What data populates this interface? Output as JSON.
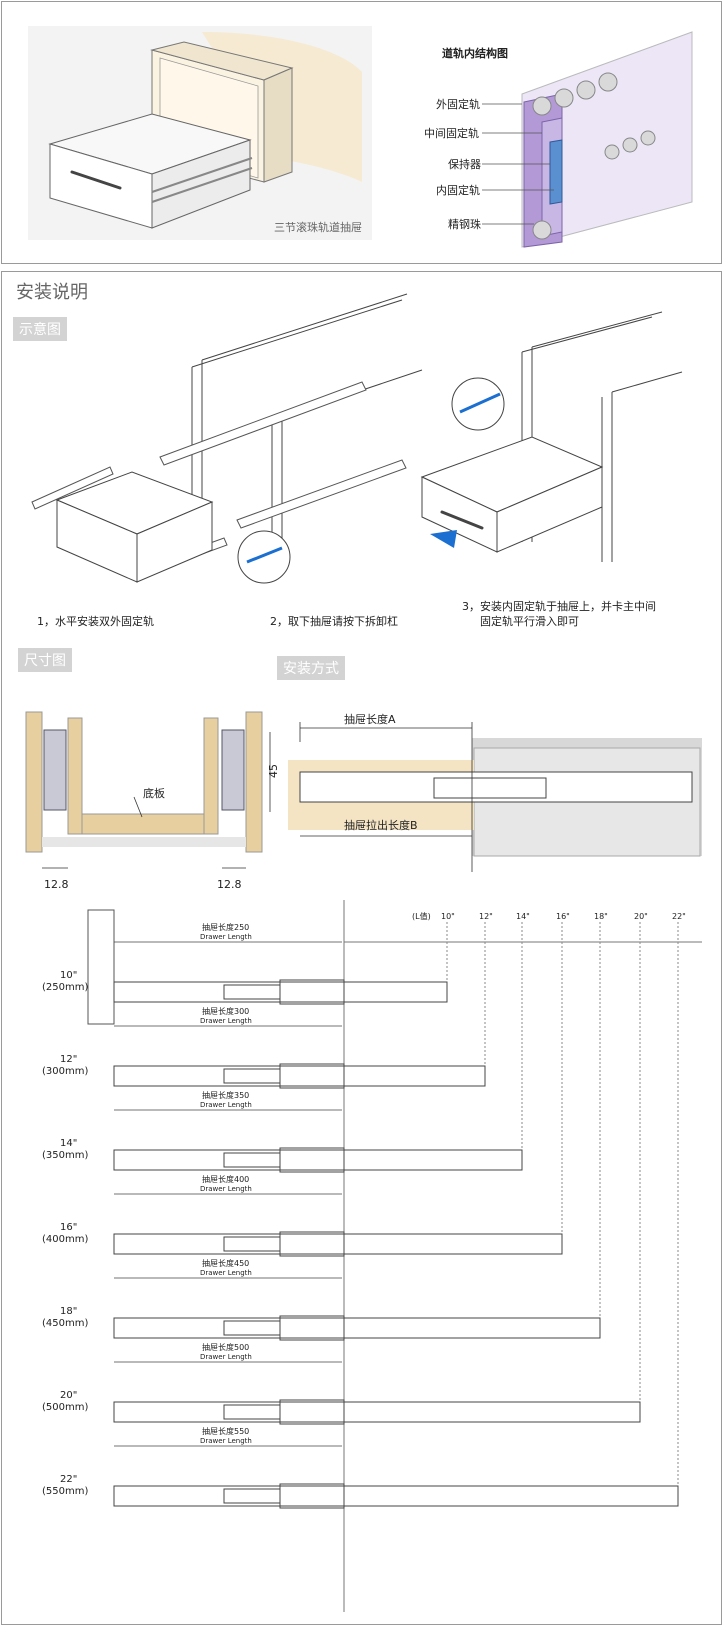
{
  "top": {
    "drawer_caption": "三节滚珠轨道抽屉",
    "structure_title": "道轨内结构图",
    "parts": [
      "外固定轨",
      "中间固定轨",
      "保持器",
      "内固定轨",
      "精钢珠"
    ]
  },
  "install": {
    "title": "安装说明",
    "tag_diagram": "示意图",
    "step1": "1，水平安装双外固定轨",
    "step2": "2，取下抽屉请按下拆卸杠",
    "step3_line1": "3，安装内固定轨于抽屉上，并卡主中间",
    "step3_line2": "固定轨平行滑入即可",
    "tag_size": "尺寸图",
    "tag_method": "安装方式",
    "bottom_board": "底板",
    "dim_45": "45",
    "dim_left": "12.8",
    "dim_right": "12.8",
    "len_a": "抽屉长度A",
    "len_b": "抽屉拉出长度B"
  },
  "sizes": {
    "l_value": "(L值)",
    "top_ticks": [
      "10\"",
      "12\"",
      "14\"",
      "16\"",
      "18\"",
      "20\"",
      "22\""
    ],
    "rows": [
      {
        "inch": "10\"",
        "mm": "(250mm)",
        "len_cn": "抽屉长度250",
        "len_en": "Drawer Length"
      },
      {
        "inch": "12\"",
        "mm": "(300mm)",
        "len_cn": "抽屉长度300",
        "len_en": "Drawer Length"
      },
      {
        "inch": "14\"",
        "mm": "(350mm)",
        "len_cn": "抽屉长度350",
        "len_en": "Drawer Length"
      },
      {
        "inch": "16\"",
        "mm": "(400mm)",
        "len_cn": "抽屉长度400",
        "len_en": "Drawer Length"
      },
      {
        "inch": "18\"",
        "mm": "(450mm)",
        "len_cn": "抽屉长度450",
        "len_en": "Drawer Length"
      },
      {
        "inch": "20\"",
        "mm": "(500mm)",
        "len_cn": "抽屉长度500",
        "len_en": "Drawer Length"
      },
      {
        "inch": "22\"",
        "mm": "(550mm)",
        "len_cn": "抽屉长度550",
        "len_en": "Drawer Length"
      }
    ]
  },
  "colors": {
    "structure_purple": "#b39ad6",
    "wood": "#e8cfa0",
    "tag_gray": "#d3d3d3",
    "accent_blue": "#1a6fd1"
  }
}
